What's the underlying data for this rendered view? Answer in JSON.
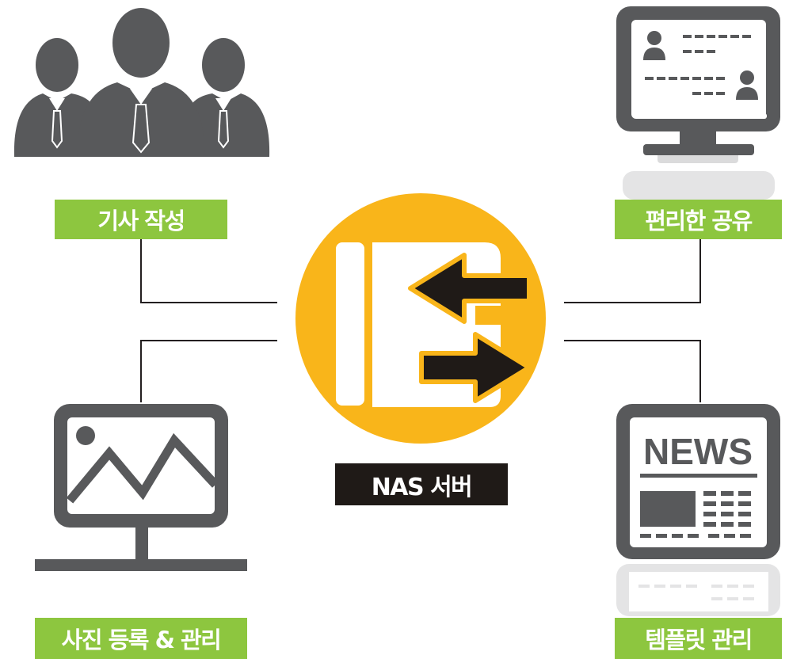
{
  "labels": {
    "article": "기사 작성",
    "share": "편리한 공유",
    "photo": "사진 등록 & 관리",
    "template": "템플릿 관리",
    "nas": "NAS 서버"
  },
  "news_text": "NEWS",
  "colors": {
    "icon_gray": "#58595b",
    "green": "#8dc63f",
    "orange": "#f9b51a",
    "dark": "#1f1a17",
    "connector": "#231f20"
  },
  "icons": [
    "people-icon",
    "profile-monitor-icon",
    "image-monitor-icon",
    "news-monitor-icon",
    "nas-server-icon"
  ]
}
